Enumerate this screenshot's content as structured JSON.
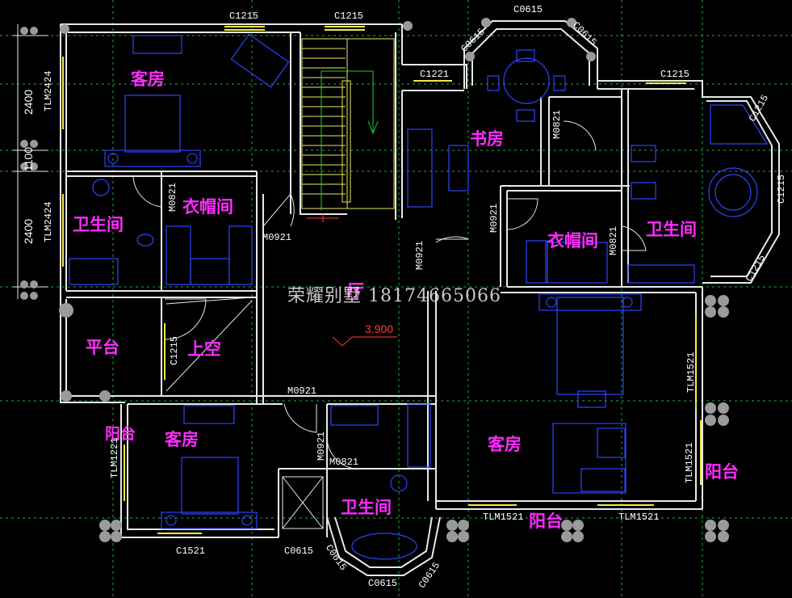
{
  "rooms": {
    "guest_nw": "客房",
    "bath_w": "卫生间",
    "closet_w": "衣帽间",
    "terrace": "平台",
    "void": "上空",
    "balcony_w": "阳台",
    "guest_sw": "客房",
    "hall": "厅",
    "bath_s": "卫生间",
    "study": "书房",
    "closet_e": "衣帽间",
    "bath_e": "卫生间",
    "guest_se": "客房",
    "balcony_e": "阳台",
    "balcony_s": "阳台"
  },
  "codes": {
    "c1215_a": "C1215",
    "c1215_b": "C1215",
    "c0615_top": "C0615",
    "c0615_nw": "C0615",
    "c0615_ne": "C0615",
    "c1221": "C1221",
    "c1215_e": "C1215",
    "c1215_ne": "C1215",
    "c1215_eside": "C1215",
    "c1215_se": "C1215",
    "m0821_a": "M0821",
    "m0921_a": "M0921",
    "m0921_b": "M0921",
    "m0921_c": "M0921",
    "m0821_b": "M0821",
    "c1215_void": "C1215",
    "m0921_d": "M0921",
    "m0921_e": "M0921",
    "m0821_c": "M0821",
    "tlm1221": "TLM1221",
    "c1521": "C1521",
    "c0615_s": "C0615",
    "c0615_sb": "C0615",
    "c0615_sw": "C0615",
    "c0615_se": "C0615",
    "tlm1521_a": "TLM1521",
    "tlm1521_b": "TLM1521",
    "tlm1521_c": "TLM1521",
    "tlm1521_d": "TLM1521",
    "tlm2424_a": "TLM2424",
    "tlm2424_b": "TLM2424"
  },
  "dims": {
    "d2400_a": "2400",
    "d1100": "1100",
    "d2400_b": "2400"
  },
  "elevation": "3.900",
  "watermark": "荣耀别墅 18174665066",
  "colors": {
    "wall": "#e8e8e8",
    "furniture": "#2f43ff",
    "room_label": "#ff2bff",
    "grid": "#1fae3a",
    "window": "#f2e84a",
    "stair": "#e8e860"
  }
}
